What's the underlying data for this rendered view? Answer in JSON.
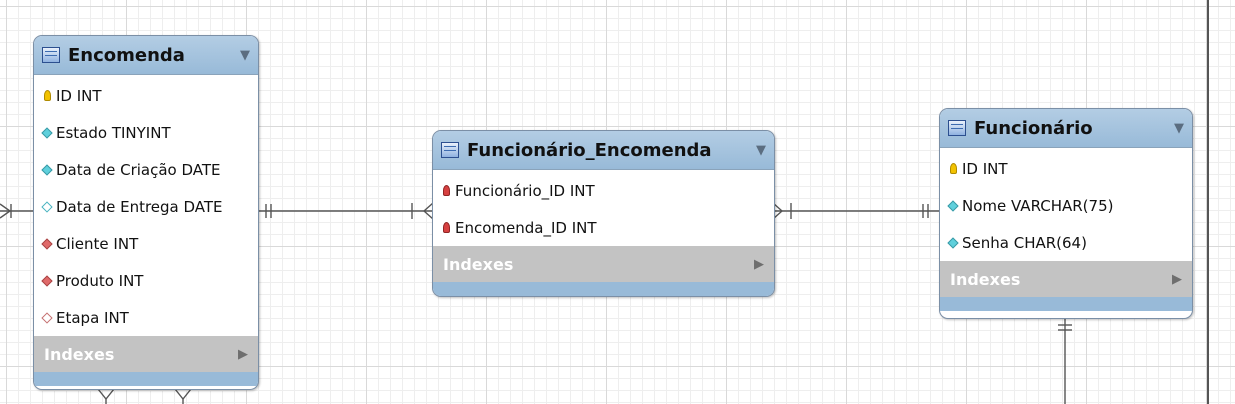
{
  "tables": {
    "encomenda": {
      "title": "Encomenda",
      "columns": [
        {
          "label": "ID INT",
          "icon": "primary-key-icon"
        },
        {
          "label": "Estado TINYINT",
          "icon": "column-diamond-icon"
        },
        {
          "label": "Data de Criação DATE",
          "icon": "column-diamond-icon"
        },
        {
          "label": "Data de Entrega DATE",
          "icon": "nullable-column-icon"
        },
        {
          "label": "Cliente INT",
          "icon": "foreign-key-diamond-icon"
        },
        {
          "label": "Produto INT",
          "icon": "foreign-key-diamond-icon"
        },
        {
          "label": "Etapa INT",
          "icon": "nullable-foreign-key-icon"
        }
      ],
      "indexes_label": "Indexes"
    },
    "funcionario_encomenda": {
      "title": "Funcionário_Encomenda",
      "columns": [
        {
          "label": "Funcionário_ID INT",
          "icon": "foreign-primary-key-icon"
        },
        {
          "label": "Encomenda_ID INT",
          "icon": "foreign-primary-key-icon"
        }
      ],
      "indexes_label": "Indexes"
    },
    "funcionario": {
      "title": "Funcionário",
      "columns": [
        {
          "label": "ID INT",
          "icon": "primary-key-icon"
        },
        {
          "label": "Nome VARCHAR(75)",
          "icon": "column-diamond-icon"
        },
        {
          "label": "Senha CHAR(64)",
          "icon": "column-diamond-icon"
        }
      ],
      "indexes_label": "Indexes"
    }
  },
  "colors": {
    "header": "#98bad8",
    "indexes": "#c3c3c3",
    "primary_key": "#f2c200",
    "foreign_key": "#d64040",
    "column": "#5fd0dc"
  }
}
